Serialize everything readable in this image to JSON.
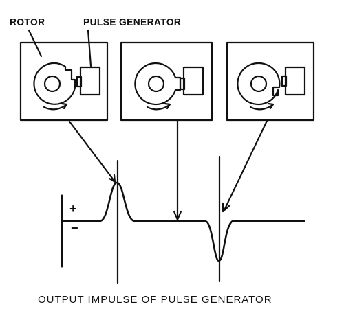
{
  "labels": {
    "rotor": "ROTOR",
    "pulse_generator": "PULSE GENERATOR",
    "plus": "+",
    "minus": "−",
    "caption": "OUTPUT  IMPULSE  OF PULSE GENERATOR"
  },
  "colors": {
    "ink": "#111111",
    "background": "#ffffff"
  },
  "panels": [
    {
      "id": "panel-1",
      "phase": "approaching"
    },
    {
      "id": "panel-2",
      "phase": "aligned"
    },
    {
      "id": "panel-3",
      "phase": "leaving"
    }
  ]
}
